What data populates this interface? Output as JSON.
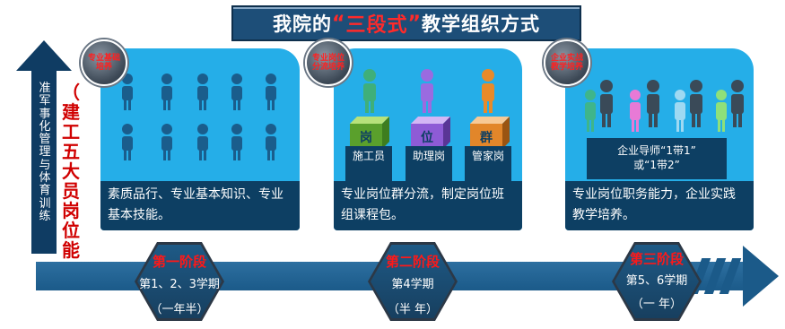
{
  "title": {
    "prefix": "我院的",
    "q_open": "“",
    "highlight": "三段式",
    "q_close": "”",
    "suffix": "教学组织方式"
  },
  "left_bar": {
    "text_1": "准军事化管理与体育训练",
    "text_2": "（建工五大员岗位能"
  },
  "stages": [
    {
      "badge": "专业基础培养",
      "desc": "素质品行、专业基本知识、专业基本技能。",
      "title": "第一阶段",
      "period": "第1、2、3学期",
      "duration": "（一年半）"
    },
    {
      "badge": "专业岗位分流培养",
      "desc": "专业岗位群分流，制定岗位班组课程包。",
      "title": "第二阶段",
      "period": "第4学期",
      "duration": "（半 年）"
    },
    {
      "badge": "企业实战教学培养",
      "desc": "专业岗位职务能力，企业实践教学培养。",
      "title": "第三阶段",
      "period": "第5、6学期",
      "duration": "（一 年）"
    }
  ],
  "boxes": [
    {
      "char": "岗",
      "color": "#4cae4c",
      "pill": "施工员"
    },
    {
      "char": "位",
      "color": "#8e5bd6",
      "pill": "助理岗"
    },
    {
      "char": "群",
      "color": "#e2862a",
      "pill": "管家岗"
    }
  ],
  "mentor": {
    "line1": "企业导师“1带1”",
    "line2": "或“1带2”"
  },
  "colors": {
    "card": "#25aee8",
    "dark": "#0d3f63",
    "accent_red": "#ff2020"
  }
}
